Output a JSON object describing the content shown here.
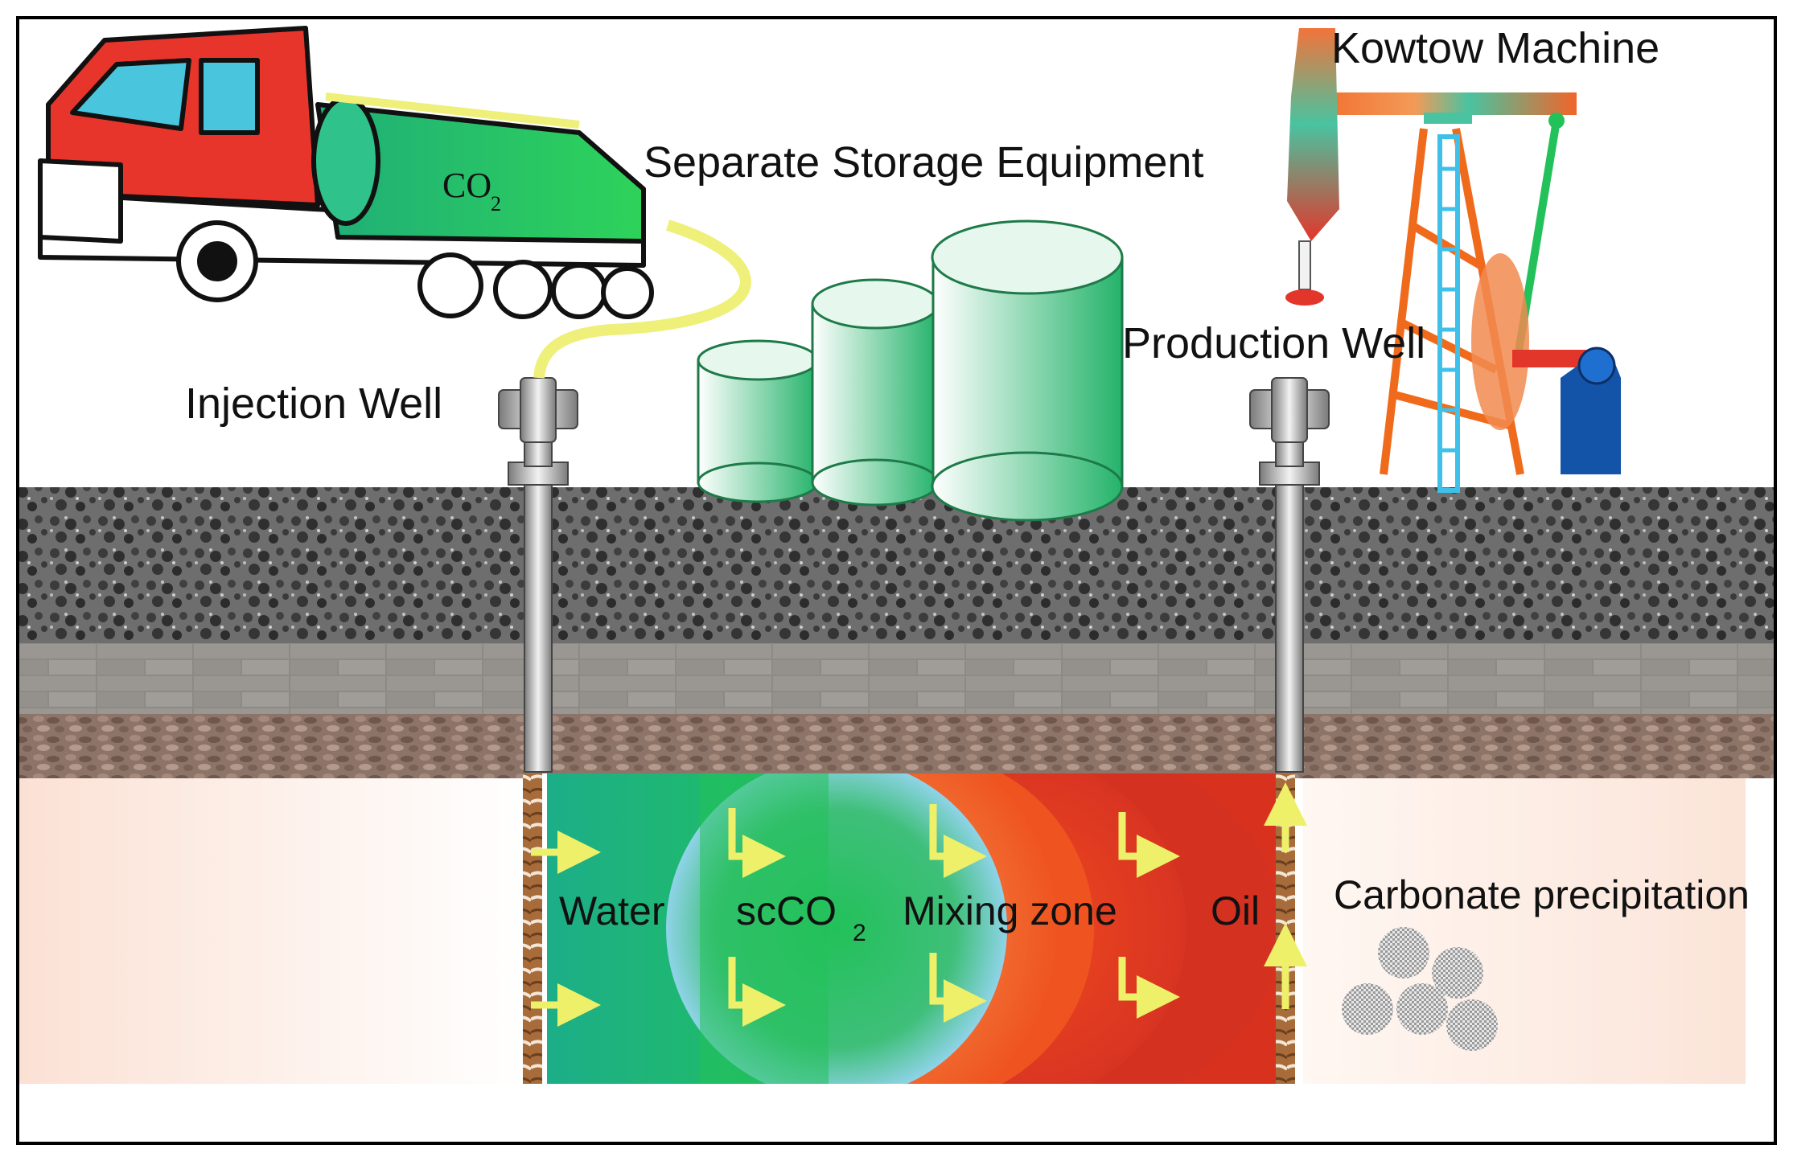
{
  "labels": {
    "kowtow_machine": "Kowtow Machine",
    "separate_storage": "Separate Storage Equipment",
    "production_well": "Production Well",
    "injection_well": "Injection Well",
    "truck_co2_main": "CO",
    "truck_co2_sub": "2",
    "water": "Water",
    "scco2_main": "scCO",
    "scco2_sub": "2",
    "mixing_zone": "Mixing zone",
    "oil": "Oil",
    "carbonate_precipitation": "Carbonate precipitation"
  },
  "colors": {
    "frame": "#000000",
    "water_green": "#1fb784",
    "scco2_green": "#22c35a",
    "mixing_blue": "#8fd0e6",
    "oil_red": "#e7401e",
    "oil_dark": "#c92b20",
    "arrow_yellow": "#eef06a",
    "truck_red": "#e8352b",
    "tank_green": "#27c27a",
    "hose_yellow": "#eef07a",
    "rock_dark": "#4a4a4a",
    "brick_grey": "#8a8885",
    "sand_pink": "#fbe6dc",
    "pump_blue": "#1454a8",
    "pump_orange": "#f06a1c"
  },
  "icons": {
    "truck": "co2-tanker-truck-icon",
    "pump": "pumpjack-icon",
    "wellhead": "wellhead-valve-icon",
    "precipitate": "carbonate-particles-icon"
  }
}
